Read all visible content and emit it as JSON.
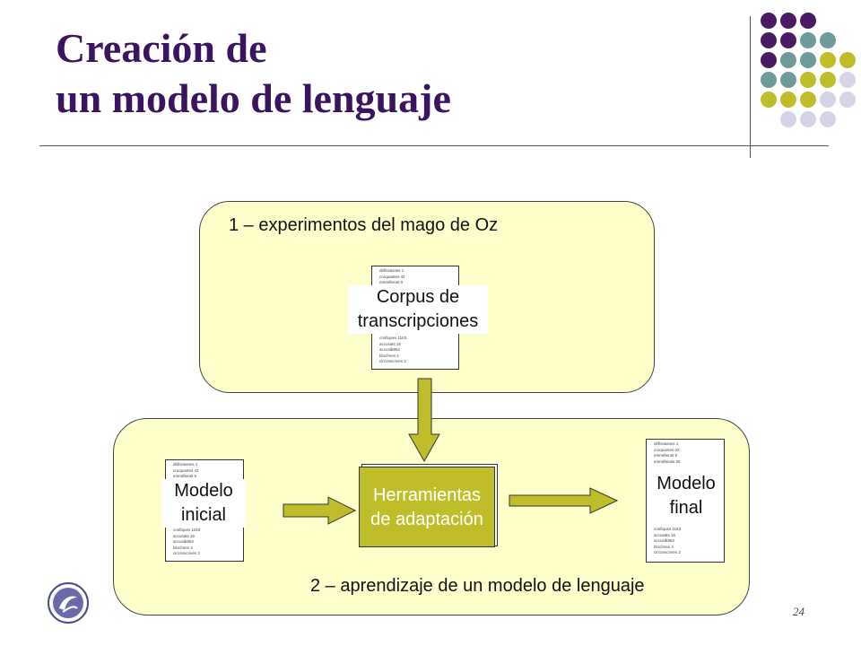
{
  "slide": {
    "title_line1": "Creación de",
    "title_line2": "un modelo de lenguaje",
    "page_number": "24"
  },
  "colors": {
    "title": "#3b1460",
    "panel_fill": "#ffffcc",
    "tool_fill": "#c0bd2a",
    "arrow_fill": "#c0bd2a",
    "dot_purple": "#4a1a64",
    "dot_teal": "#6e9a9a",
    "dot_olive": "#c0bd2a",
    "dot_lavender": "#d4d4e6"
  },
  "decor": {
    "dot_grid": [
      [
        "purple",
        "purple",
        "purple",
        "none",
        "none"
      ],
      [
        "purple",
        "purple",
        "teal",
        "teal",
        "none"
      ],
      [
        "purple",
        "teal",
        "teal",
        "olive",
        "olive"
      ],
      [
        "teal",
        "teal",
        "olive",
        "olive",
        "lavender"
      ],
      [
        "olive",
        "olive",
        "olive",
        "lavender",
        "lavender"
      ],
      [
        "none",
        "lavender",
        "lavender",
        "lavender",
        "none"
      ]
    ]
  },
  "diagram": {
    "stage1": {
      "label": "1 – experimentos del mago de Oz",
      "corpus": {
        "label_line1": "Corpus de",
        "label_line2": "transcripciones",
        "lines_top": [
          "défissasses 1",
          "croquantes 42",
          "emmêlerait 9"
        ],
        "lines_bottom": [
          "confiques 1163",
          "accusats 16",
          "accusât862",
          "blocîmes 4",
          "circonscrives 2"
        ]
      }
    },
    "stage2": {
      "label": "2 – aprendizaje de un modelo de lenguaje",
      "initial_model": {
        "label_line1": "Modelo",
        "label_line2": "inicial",
        "lines_top": [
          "défissasses 1",
          "croquantes 42",
          "emmêlerait 9"
        ],
        "lines_bottom": [
          "confiques 1163",
          "accusats 16",
          "accusât862",
          "blocîmes 4",
          "circonscrives 2"
        ]
      },
      "tools": {
        "label_line1": "Herramientas",
        "label_line2": "de adaptación"
      },
      "final_model": {
        "label_line1": "Modelo",
        "label_line2": "final",
        "lines_top": [
          "défissasses 1",
          "croquantes 42",
          "emmêlerait 9",
          "emmêlerais 26"
        ],
        "lines_bottom": [
          "confiques 1163",
          "accusats 16",
          "accusât862",
          "blocîmes 4",
          "circonscrives 2"
        ]
      }
    }
  }
}
